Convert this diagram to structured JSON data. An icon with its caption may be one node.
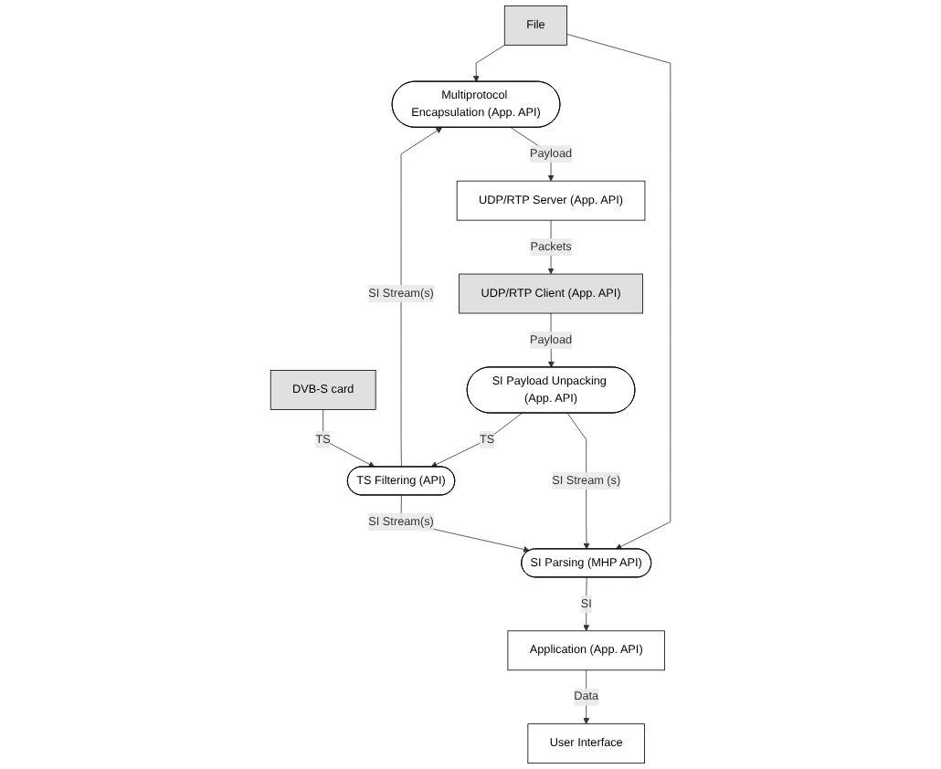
{
  "diagram": {
    "nodes": [
      {
        "text": [
          "File"
        ]
      },
      {
        "text": [
          "DVB-S card"
        ]
      },
      {
        "text": [
          "User Interface"
        ]
      },
      {
        "text": [
          "Application (App. API)"
        ]
      },
      {
        "text": [
          "TS Filtering (API)"
        ]
      },
      {
        "text": [
          "SI Parsing (MHP API)"
        ]
      },
      {
        "text": [
          "Multiprotocol Encapsulation (App. API)"
        ]
      },
      {
        "text": [
          "SI Payload Unpacking (App. API)"
        ]
      },
      {
        "text": [
          "UDP/RTP Server (App. API)"
        ]
      },
      {
        "text": [
          "UDP/RTP Client (App. API)"
        ]
      }
    ],
    "edges": [
      {
        "from": 1,
        "to": 4,
        "arrow": "to",
        "label": "TS"
      },
      {
        "from": 4,
        "to": 5,
        "arrow": "to",
        "label": "SI Stream(s)"
      },
      {
        "from": 0,
        "to": 5,
        "arrow": "to"
      },
      {
        "from": 4,
        "to": 6,
        "arrow": "to",
        "label": "SI Stream(s)"
      },
      {
        "from": 0,
        "to": 6,
        "arrow": "to"
      },
      {
        "from": 3,
        "to": 2,
        "arrow": "to",
        "label": "Data"
      },
      {
        "from": 5,
        "to": 3,
        "arrow": "to",
        "label": "SI"
      },
      {
        "from": 7,
        "to": 5,
        "arrow": "to",
        "label": "SI Stream (s)"
      },
      {
        "from": 7,
        "to": 4,
        "arrow": "to",
        "label": "TS"
      },
      {
        "from": 6,
        "to": 8,
        "arrow": "to",
        "label": "Payload"
      },
      {
        "from": 8,
        "to": 9,
        "arrow": "to",
        "label": "Packets"
      },
      {
        "from": 9,
        "to": 7,
        "arrow": "to",
        "label": "Payload"
      }
    ]
  }
}
